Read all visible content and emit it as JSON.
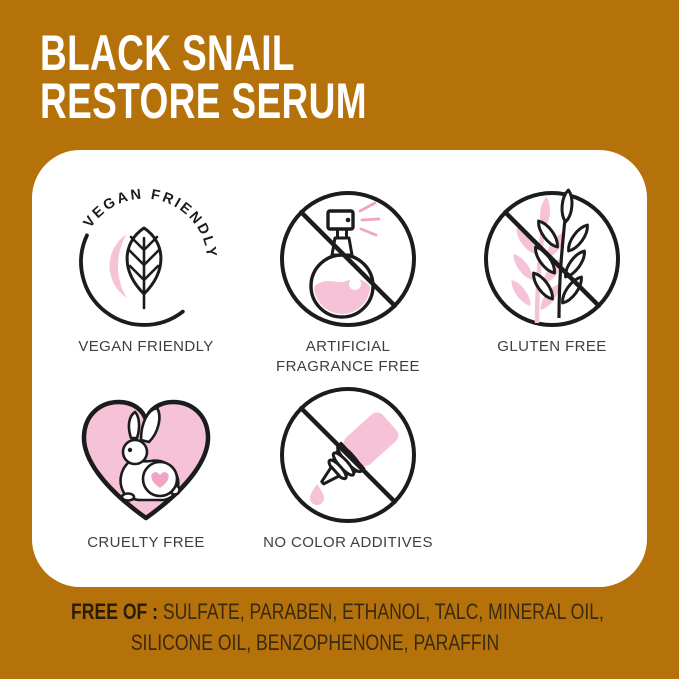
{
  "title": {
    "line1": "BLACK SNAIL",
    "line2": "RESTORE SERUM"
  },
  "badges": [
    {
      "id": "vegan-friendly",
      "arc_text": "VEGAN FRIENDLY",
      "label": "VEGAN FRIENDLY"
    },
    {
      "id": "artificial-fragrance-free",
      "label_line1": "ARTIFICIAL",
      "label_line2": "FRAGRANCE FREE"
    },
    {
      "id": "gluten-free",
      "label": "GLUTEN FREE"
    },
    {
      "id": "cruelty-free",
      "label": "CRUELTY FREE"
    },
    {
      "id": "no-color-additives",
      "label": "NO COLOR ADDITIVES"
    }
  ],
  "free_of": {
    "label": "FREE OF :",
    "line1": "SULFATE, PARABEN, ETHANOL, TALC, MINERAL OIL,",
    "line2": "SILICONE OIL, BENZOPHENONE, PARAFFIN"
  },
  "colors": {
    "background": "#B5720B",
    "panel": "#FFFFFF",
    "outline": "#1C1C1C",
    "pink": "#F6C2D8",
    "pink_deep": "#F0A5C8",
    "icon_label_text": "#3F3F3F",
    "footer_label_text": "#2A1C06",
    "footer_text": "#38290F",
    "title_text": "#FFFFFF"
  }
}
